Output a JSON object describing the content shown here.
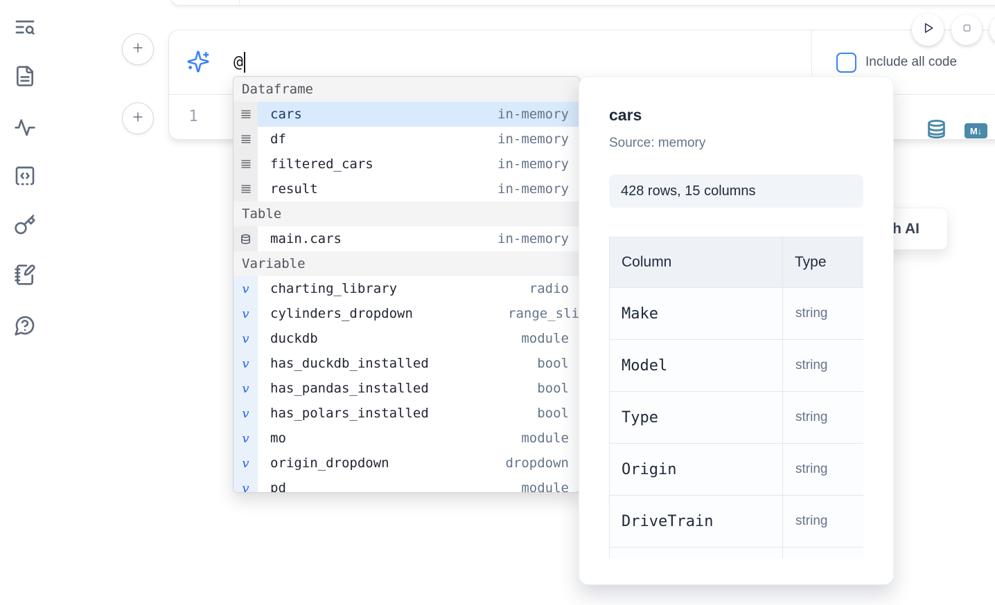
{
  "toolbar": {
    "include_all_code_label": "Include all code"
  },
  "ai_input": {
    "value": "@"
  },
  "editor": {
    "line_number": "1"
  },
  "cell_actions": {
    "markdown_badge_text": "M↓"
  },
  "autocomplete": {
    "sections": [
      {
        "label": "Dataframe",
        "items": [
          {
            "icon": "rows",
            "kind": "df",
            "name": "cars",
            "type": "in-memory",
            "selected": true
          },
          {
            "icon": "rows",
            "kind": "df",
            "name": "df",
            "type": "in-memory"
          },
          {
            "icon": "rows",
            "kind": "df",
            "name": "filtered_cars",
            "type": "in-memory"
          },
          {
            "icon": "rows",
            "kind": "df",
            "name": "result",
            "type": "in-memory"
          }
        ]
      },
      {
        "label": "Table",
        "items": [
          {
            "icon": "database",
            "kind": "table",
            "name": "main.cars",
            "type": "in-memory"
          }
        ]
      },
      {
        "label": "Variable",
        "items": [
          {
            "icon": "v",
            "kind": "var",
            "name": "charting_library",
            "type": "radio"
          },
          {
            "icon": "v",
            "kind": "var",
            "name": "cylinders_dropdown",
            "type": "range_sli",
            "clipped": true
          },
          {
            "icon": "v",
            "kind": "var",
            "name": "duckdb",
            "type": "module"
          },
          {
            "icon": "v",
            "kind": "var",
            "name": "has_duckdb_installed",
            "type": "bool"
          },
          {
            "icon": "v",
            "kind": "var",
            "name": "has_pandas_installed",
            "type": "bool"
          },
          {
            "icon": "v",
            "kind": "var",
            "name": "has_polars_installed",
            "type": "bool"
          },
          {
            "icon": "v",
            "kind": "var",
            "name": "mo",
            "type": "module"
          },
          {
            "icon": "v",
            "kind": "var",
            "name": "origin_dropdown",
            "type": "dropdown"
          },
          {
            "icon": "v",
            "kind": "var",
            "name": "pd",
            "type": "module",
            "partial": true
          }
        ]
      }
    ]
  },
  "preview": {
    "title": "cars",
    "source": "Source: memory",
    "shape": "428 rows, 15 columns",
    "table": {
      "headers": [
        "Column",
        "Type"
      ],
      "rows": [
        {
          "column": "Make",
          "type": "string"
        },
        {
          "column": "Model",
          "type": "string"
        },
        {
          "column": "Type",
          "type": "string"
        },
        {
          "column": "Origin",
          "type": "string"
        },
        {
          "column": "DriveTrain",
          "type": "string"
        }
      ]
    }
  },
  "ai_button": {
    "visible_fragment": "h AI"
  },
  "colors": {
    "accent_blue": "#3b82f6",
    "steel_blue": "#4a89a9",
    "selected_row_bg": "#d8eafc"
  }
}
